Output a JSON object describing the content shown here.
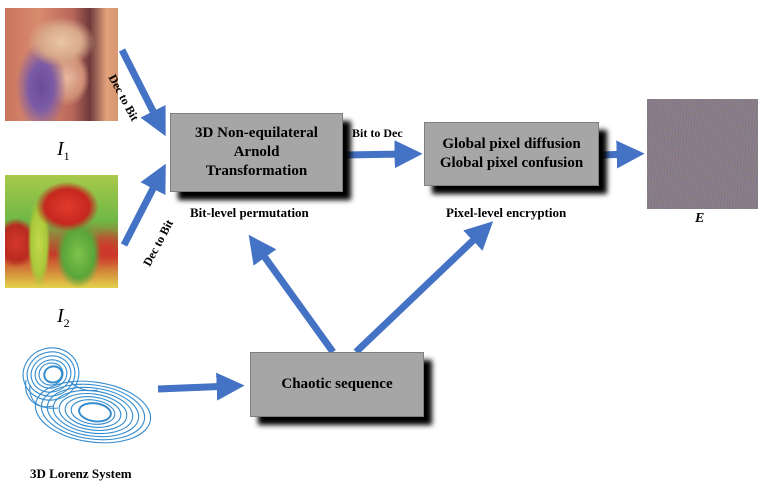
{
  "inputs": [
    {
      "label": "I",
      "subscript": "1",
      "image_icon": "lena-image"
    },
    {
      "label": "I",
      "subscript": "2",
      "image_icon": "peppers-image"
    }
  ],
  "edge_labels": {
    "dec_to_bit_top": "Dec to Bit",
    "dec_to_bit_bottom": "Dec to Bit",
    "bit_to_dec": "Bit to Dec"
  },
  "boxes": {
    "arnold": {
      "lines": [
        "3D Non-equilateral",
        "Arnold",
        "Transformation"
      ],
      "caption": "Bit-level permutation"
    },
    "pixel": {
      "lines": [
        "Global pixel diffusion",
        "Global pixel confusion"
      ],
      "caption": "Pixel-level encryption"
    },
    "chaotic": {
      "lines": [
        "Chaotic sequence"
      ]
    }
  },
  "output": {
    "label": "E",
    "image_icon": "encrypted-noise-image"
  },
  "lorenz": {
    "caption": "3D Lorenz System",
    "image_icon": "lorenz-attractor-image"
  },
  "colors": {
    "arrow": "#4472c4",
    "box_fill": "#a6a6a6",
    "shadow": "#000000"
  }
}
